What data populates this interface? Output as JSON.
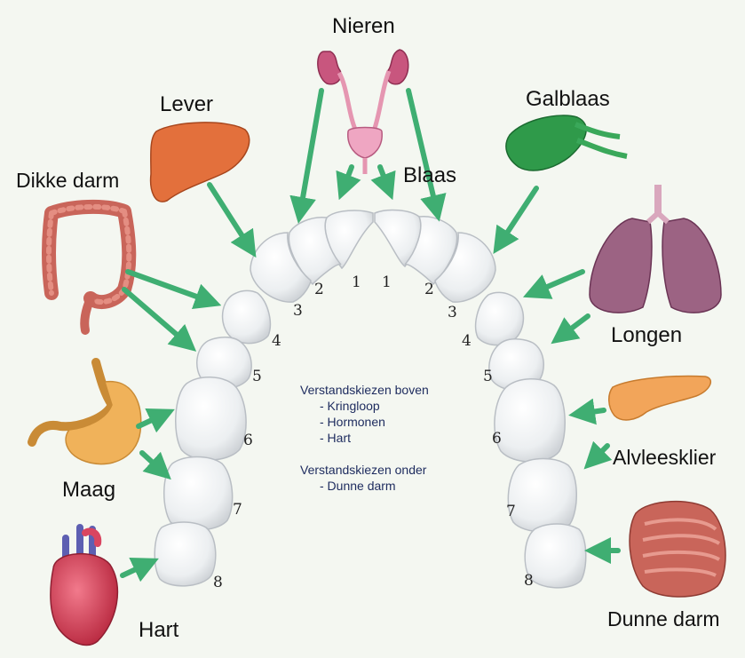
{
  "organs": {
    "nieren": "Nieren",
    "lever": "Lever",
    "galblaas": "Galblaas",
    "dikke_darm": "Dikke darm",
    "blaas": "Blaas",
    "longen": "Longen",
    "maag": "Maag",
    "alvleesklier": "Alvleesklier",
    "hart": "Hart",
    "dunne_darm": "Dunne darm"
  },
  "teeth_left": [
    "1",
    "2",
    "3",
    "4",
    "5",
    "6",
    "7",
    "8"
  ],
  "teeth_right": [
    "1",
    "2",
    "3",
    "4",
    "5",
    "6",
    "7",
    "8"
  ],
  "notes": {
    "upper_title": "Verstandskiezen boven",
    "upper_items": [
      "- Kringloop",
      "- Hormonen",
      "- Hart"
    ],
    "lower_title": "Verstandskiezen onder",
    "lower_items": [
      "- Dunne darm"
    ]
  },
  "colors": {
    "arrow": "#3fae72",
    "tooth": "#eef0f2",
    "tooth_edge": "#b9bec4",
    "kidney": "#c8567e",
    "liver": "#e3703c",
    "gallbladder": "#2f9a4a",
    "lungs": "#9c6383",
    "stomach": "#f0b25a",
    "pancreas": "#f2a55a",
    "heart": "#d94560",
    "intestine": "#c9655a"
  }
}
